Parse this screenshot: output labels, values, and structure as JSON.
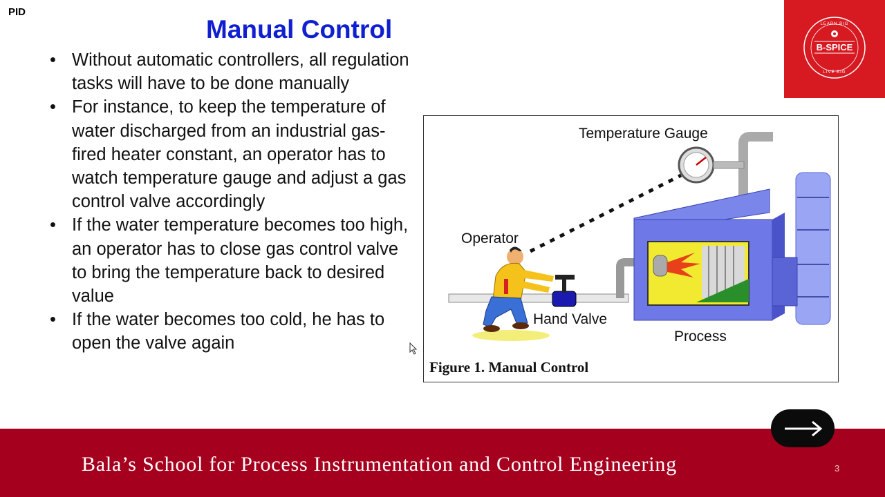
{
  "corner_tag": "PID",
  "slide": {
    "title": "Manual Control",
    "bullets": [
      "Without automatic controllers, all regulation tasks will have to be done manually",
      "For instance, to keep the temperature of water discharged from an industrial gas-fired heater constant, an operator has to watch temperature gauge and adjust a gas control valve accordingly",
      "If the water temperature becomes too high, an operator has to close gas control valve to bring the temperature back to desired value",
      "If the water becomes too cold, he has to open the valve again"
    ]
  },
  "figure": {
    "labels": {
      "temperature_gauge": "Temperature Gauge",
      "operator": "Operator",
      "hand_valve": "Hand Valve",
      "process": "Process"
    },
    "caption": "Figure 1.  Manual Control"
  },
  "logo": {
    "name": "B-SPICE",
    "top_text": "LEARN BIG",
    "bottom_text": "LIVE BIG",
    "background": "#d71921"
  },
  "footer": {
    "text": "Bala’s School for Process Instrumentation and Control Engineering",
    "page_number": "3",
    "background": "#a5001e"
  },
  "nav": {
    "next_icon": "arrow-right-icon"
  },
  "colors": {
    "title": "#1020d0",
    "accent_red": "#d71921"
  }
}
